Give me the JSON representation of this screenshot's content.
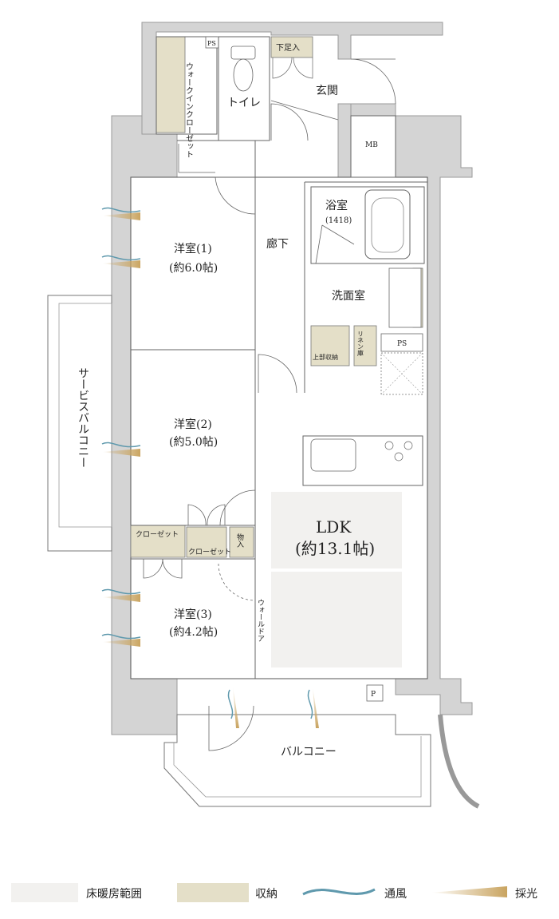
{
  "rooms": {
    "wic": "ウォークインクローゼット",
    "ps_top": "PS",
    "geta": "下足入",
    "toilet": "トイレ",
    "entrance": "玄関",
    "mb": "MB",
    "bath": "浴室",
    "bath_size": "(1418)",
    "corridor": "廊下",
    "washroom": "洗面室",
    "upper_storage": "上部収納",
    "linen": "リネン庫",
    "ps_mid": "PS",
    "western1": "洋室(1)",
    "western1_size": "(約6.0帖)",
    "western2": "洋室(2)",
    "western2_size": "(約5.0帖)",
    "western3": "洋室(3)",
    "western3_size": "(約4.2帖)",
    "closet_a": "クローゼット",
    "closet_b": "クローゼット",
    "monoire": "物入",
    "wall_door": "ウォールドア",
    "service_balcony": "サービスバルコニー",
    "ldk": "LDK",
    "ldk_size": "(約13.1帖)",
    "p_box": "P",
    "balcony": "バルコニー"
  },
  "legend": [
    {
      "label": "床暖房範囲",
      "swatch": "#f2f1ef",
      "kind": "box"
    },
    {
      "label": "収納",
      "swatch": "#e4dfc8",
      "kind": "box"
    },
    {
      "label": "通風",
      "swatch": "#5f99ad",
      "kind": "wave"
    },
    {
      "label": "採光",
      "swatch": "#c9a460",
      "kind": "ray"
    }
  ],
  "colors": {
    "wall": "#b8b8b8",
    "line": "#555555",
    "storage": "#e4dfc8",
    "floor_heating": "#f2f1ef",
    "wind": "#5f99ad",
    "light": "#c9a460"
  }
}
